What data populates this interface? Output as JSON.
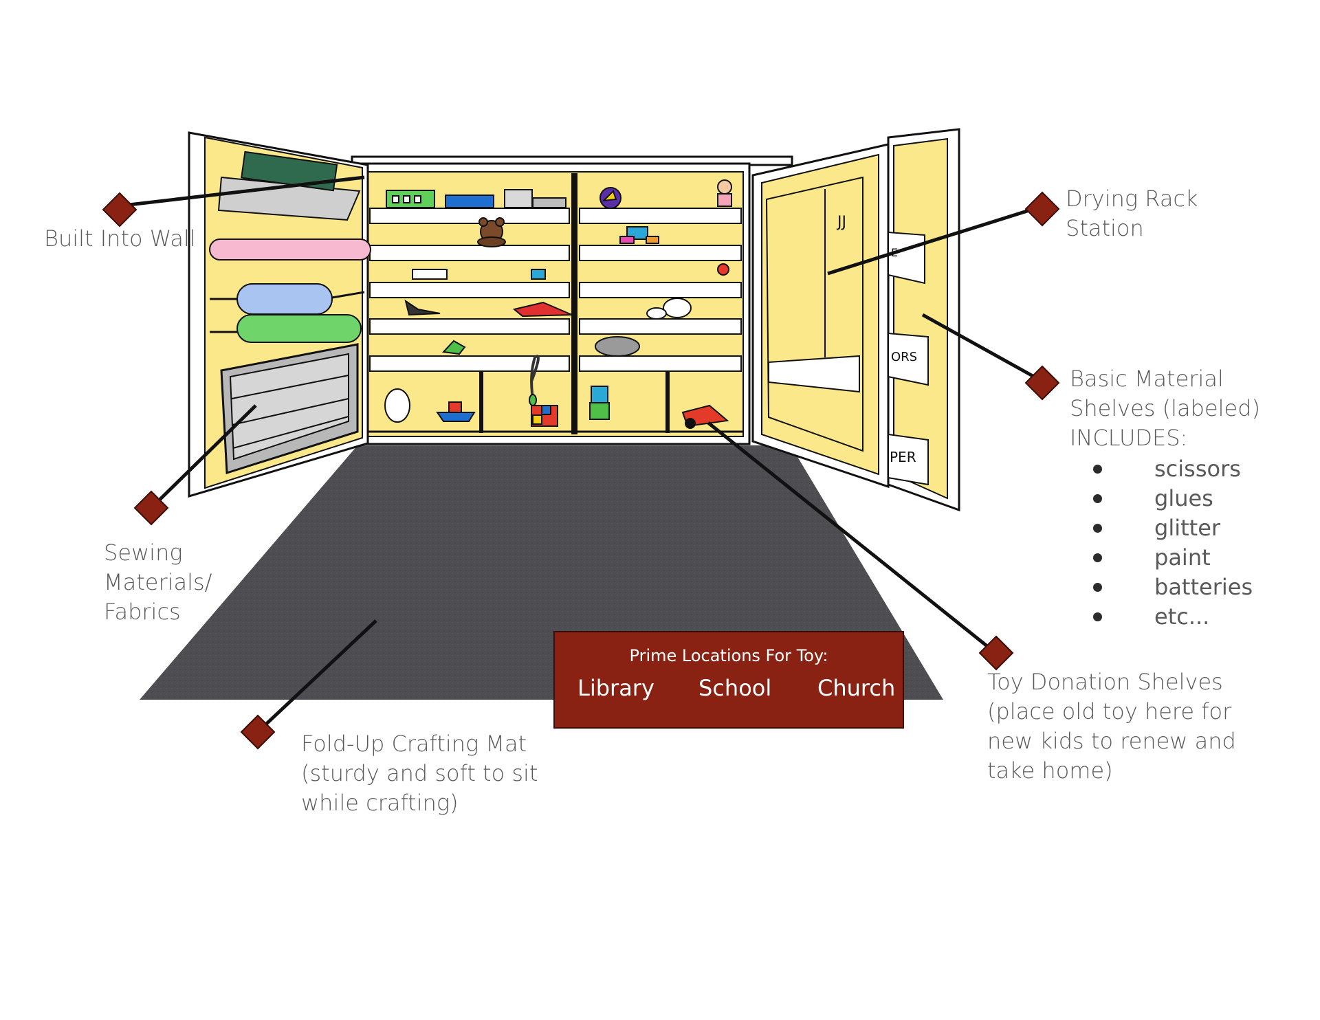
{
  "labels": {
    "built_into_wall": "Built Into Wall",
    "drying_rack": [
      "Drying Rack",
      "Station"
    ],
    "basic_material": [
      "Basic Material",
      "Shelves (labeled)",
      "INCLUDES:"
    ],
    "basic_material_items": [
      "scissors",
      "glues",
      "glitter",
      "paint",
      "batteries",
      "etc..."
    ],
    "sewing": [
      "Sewing",
      "Materials/",
      "Fabrics"
    ],
    "crafting_mat": [
      "Fold-Up Crafting Mat",
      "(sturdy and soft to sit",
      "while crafting)"
    ],
    "toy_donation": [
      "Toy Donation Shelves",
      "(place old toy here for",
      "new kids to renew and",
      "take home)"
    ]
  },
  "prime_locations": {
    "title": "Prime Locations For Toy:",
    "places": [
      "Library",
      "School",
      "Church"
    ]
  },
  "cabinet_labels": [
    "JJ",
    "ORS",
    "PER",
    "E"
  ],
  "colors": {
    "cabinet_yellow": "#fbe88a",
    "mat": "#4d4d52",
    "marker": "#8a2214",
    "prime_box": "#8a2214"
  }
}
